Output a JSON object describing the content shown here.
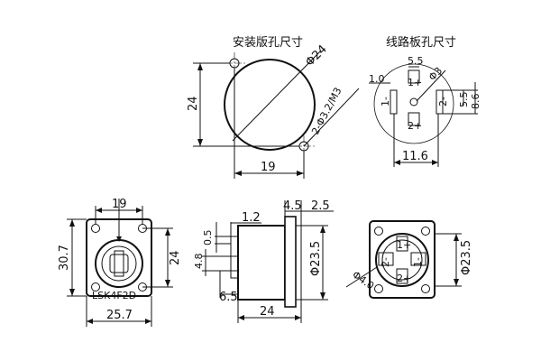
{
  "titles": {
    "panel_cutout": "安装版孔尺寸",
    "pcb_cutout": "线路板孔尺寸"
  },
  "panel_cutout": {
    "dia": "Φ24",
    "height": "24",
    "screw": "2-Φ3.2/M3",
    "width": "19"
  },
  "pcb_cutout": {
    "d1": "5.5",
    "d2": "Φ3",
    "d3": "1.0",
    "d4": "5.5",
    "d5": "8.6",
    "d6": "11.6",
    "pin_top": "1+",
    "pin_left": "1-",
    "pin_right": "2-",
    "pin_bottom": "2+"
  },
  "front_view": {
    "top": "19",
    "height": "30.7",
    "side": "24",
    "bottom": "25.7",
    "model": "LSK4F2D"
  },
  "side_view": {
    "d45": "4.5",
    "d25": "2.5",
    "d12": "1.2",
    "d05": "0.5",
    "d48": "4.8",
    "d65": "6.5",
    "dia": "Φ23.5",
    "length": "24"
  },
  "rear_view": {
    "pin_top": "1+",
    "pin_left": "2-",
    "pin_right": "1-",
    "pin_bottom": "2+",
    "dia": "Φ23.5",
    "hole": "Φ4.0"
  }
}
